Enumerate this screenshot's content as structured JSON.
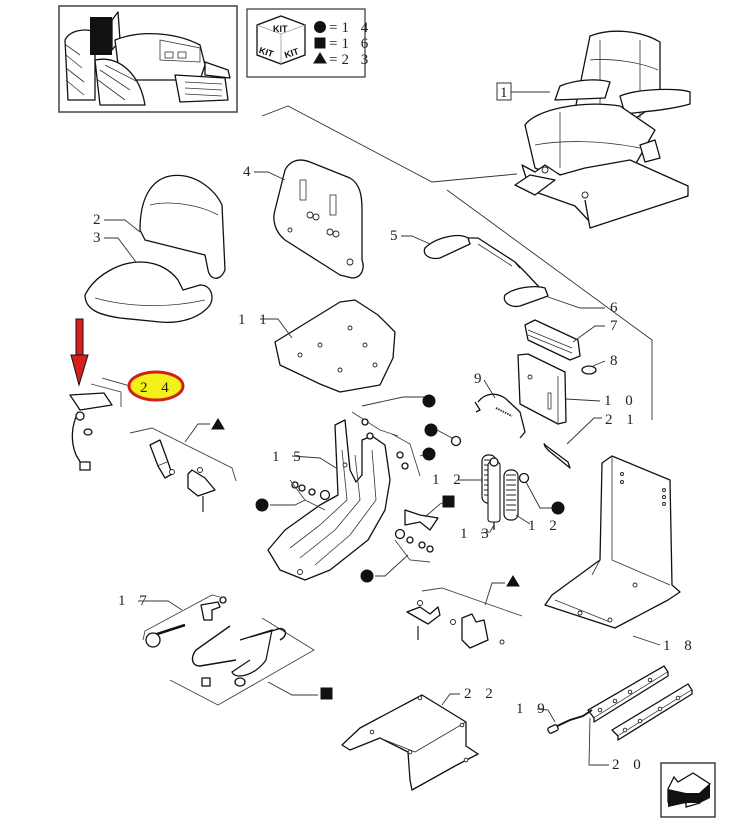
{
  "diagram": {
    "title": "Operator seat assembly - exploded parts view",
    "tractor_thumbnail": "tractor-cab-icon",
    "kit_legend": {
      "box_faces": [
        "KIT",
        "KIT",
        "KIT"
      ],
      "entries": [
        {
          "symbol": "circle",
          "icon": "filled-circle-icon",
          "text": "=1 4"
        },
        {
          "symbol": "square",
          "icon": "filled-square-icon",
          "text": "=1 6"
        },
        {
          "symbol": "triangle",
          "icon": "filled-triangle-icon",
          "text": "=2 3"
        }
      ]
    },
    "callouts": {
      "c1": "1",
      "c2": "2",
      "c3": "3",
      "c4": "4",
      "c5": "5",
      "c6": "6",
      "c7": "7",
      "c8": "8",
      "c9": "9",
      "c10": "1 0",
      "c11": "1 1",
      "c12a": "1 2",
      "c12b": "1 2",
      "c13": "1 3",
      "c15": "1 5",
      "c17": "1 7",
      "c18a": "1 8",
      "c19": "1 9",
      "c20": "2 0",
      "c21": "2 1",
      "c22": "2 2",
      "c24": "2 4"
    },
    "highlight": {
      "callout": "2 4",
      "fill_color": "#f5f01a",
      "ring_color": "#d0201c",
      "arrow_color": "#d62020"
    },
    "nav_arrow": "previous-page-arrow-icon"
  }
}
